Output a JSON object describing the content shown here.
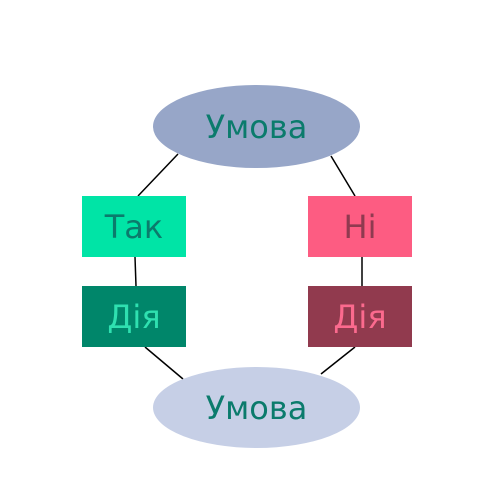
{
  "diagram": {
    "condition_top": {
      "label": "Умова",
      "fill": "#97A6C8",
      "text_color": "#0B7B6C"
    },
    "branch_yes": {
      "label": "Так",
      "fill": "#00E4A6",
      "text_color": "#0B7B6C"
    },
    "branch_no": {
      "label": "Ні",
      "fill": "#FD5C82",
      "text_color": "#8F3A50"
    },
    "action_left": {
      "label": "Дія",
      "fill": "#00866A",
      "text_color": "#2FE0B0"
    },
    "action_right": {
      "label": "Дія",
      "fill": "#913A4E",
      "text_color": "#FB6A8E"
    },
    "condition_bottom": {
      "label": "Умова",
      "fill": "#C6CFE6",
      "text_color": "#0B7B6C"
    },
    "connector_color": "#000000"
  }
}
